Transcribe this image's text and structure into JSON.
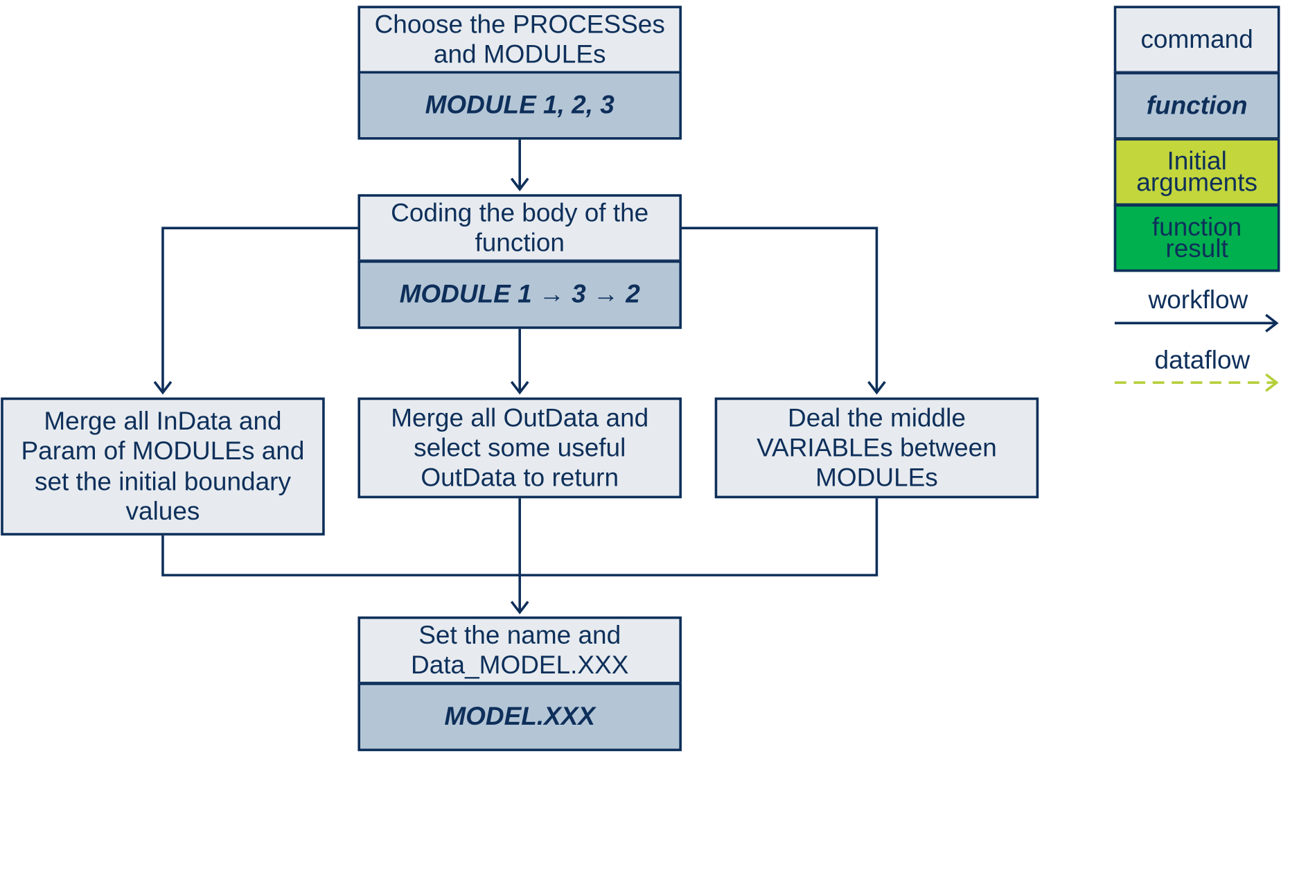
{
  "nodes": {
    "choose": {
      "command": "Choose the PROCESSes and MODULEs",
      "function": "MODULE 1, 2, 3"
    },
    "coding": {
      "command": "Coding the body of the function",
      "function": "MODULE 1 → 3 → 2"
    },
    "merge_in": {
      "command": "Merge all InData and Param of MODULEs and set the initial boundary values"
    },
    "merge_out": {
      "command": "Merge all OutData and select some useful OutData to return"
    },
    "deal_middle": {
      "command": "Deal the middle VARIABLEs between MODULEs"
    },
    "set_name": {
      "command": "Set the name and Data_MODEL.XXX",
      "function": "MODEL.XXX"
    }
  },
  "legend": {
    "command": "command",
    "function": "function",
    "initial_arguments": "Initial arguments",
    "function_result": "function result",
    "workflow": "workflow",
    "dataflow": "dataflow"
  },
  "colors": {
    "line": "#0e2f5a",
    "command_fill": "#e7ebef",
    "function_fill": "#b4c6d6",
    "initial_arguments_fill": "#c3d63c",
    "function_result_fill": "#00b04f",
    "dataflow": "#b5cf3a"
  }
}
